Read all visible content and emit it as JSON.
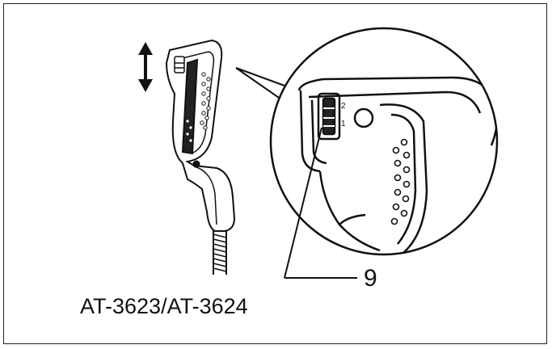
{
  "callout": {
    "number": "9"
  },
  "caption": {
    "model": "AT-3623/AT-3624"
  },
  "detail_marks": {
    "position_high": "2",
    "position_low": "1"
  },
  "icons": {
    "adjust": "up-down-arrow-icon"
  },
  "colors": {
    "line": "#111111",
    "background": "#ffffff",
    "frame": "#222222"
  }
}
